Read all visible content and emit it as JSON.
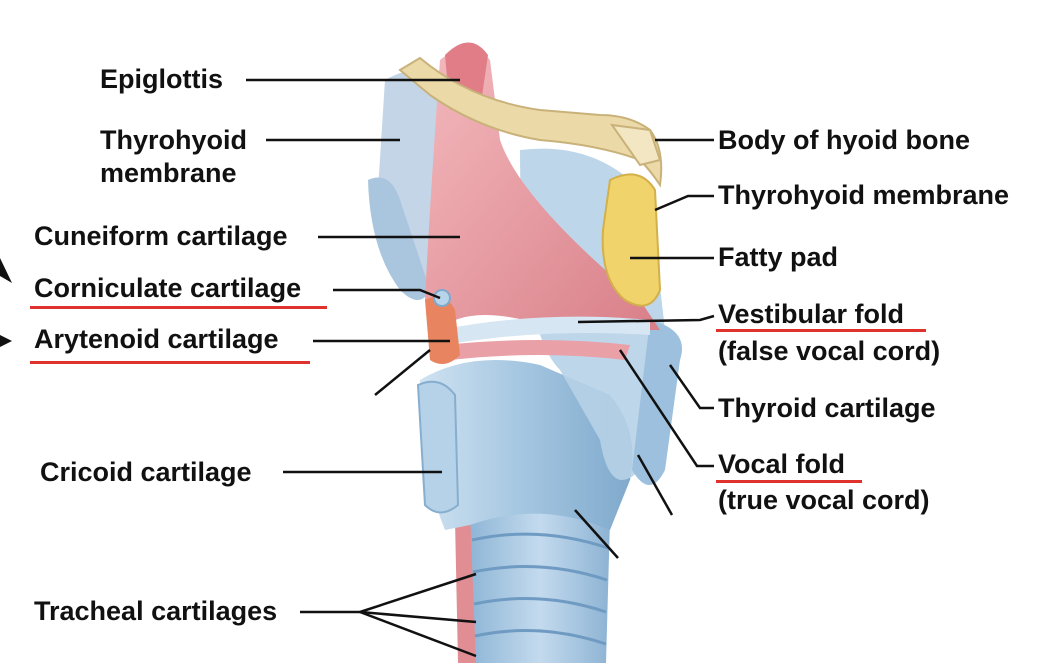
{
  "labels": {
    "epiglottis": "Epiglottis",
    "thyrohyoid_left_1": "Thyrohyoid",
    "thyrohyoid_left_2": "membrane",
    "cuneiform": "Cuneiform cartilage",
    "corniculate": "Corniculate cartilage",
    "arytenoid": "Arytenoid cartilage",
    "cricoid": "Cricoid cartilage",
    "tracheal": "Tracheal cartilages",
    "hyoid": "Body of hyoid bone",
    "thyrohyoid_right": "Thyrohyoid membrane",
    "fatty_pad": "Fatty pad",
    "vestibular_1": "Vestibular fold",
    "vestibular_2": "(false vocal cord)",
    "thyroid": "Thyroid cartilage",
    "vocal_1": "Vocal fold",
    "vocal_2": "(true vocal cord)"
  },
  "colors": {
    "highlight_underline": "#e0322c",
    "cartilage_blue": "#a9c9e2",
    "mucosa_pink": "#e89aa0",
    "bone": "#ecd9a8",
    "fat": "#f1d36b"
  }
}
